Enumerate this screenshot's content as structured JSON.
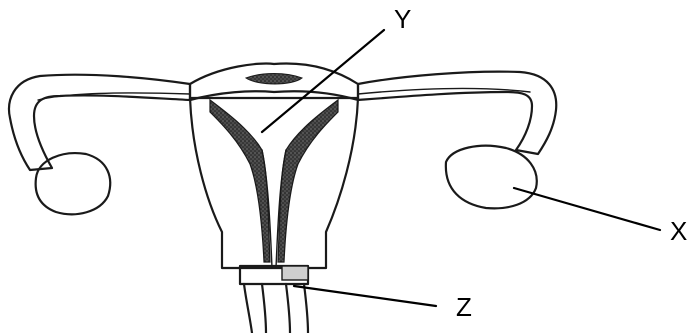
{
  "labels": {
    "x": "X",
    "y": "Y",
    "z": "Z"
  },
  "colors": {
    "ink": "#1a1a1a",
    "stipple": "#9a9a9a",
    "dark_lining": "#3a3a3a",
    "background": "#ffffff"
  }
}
